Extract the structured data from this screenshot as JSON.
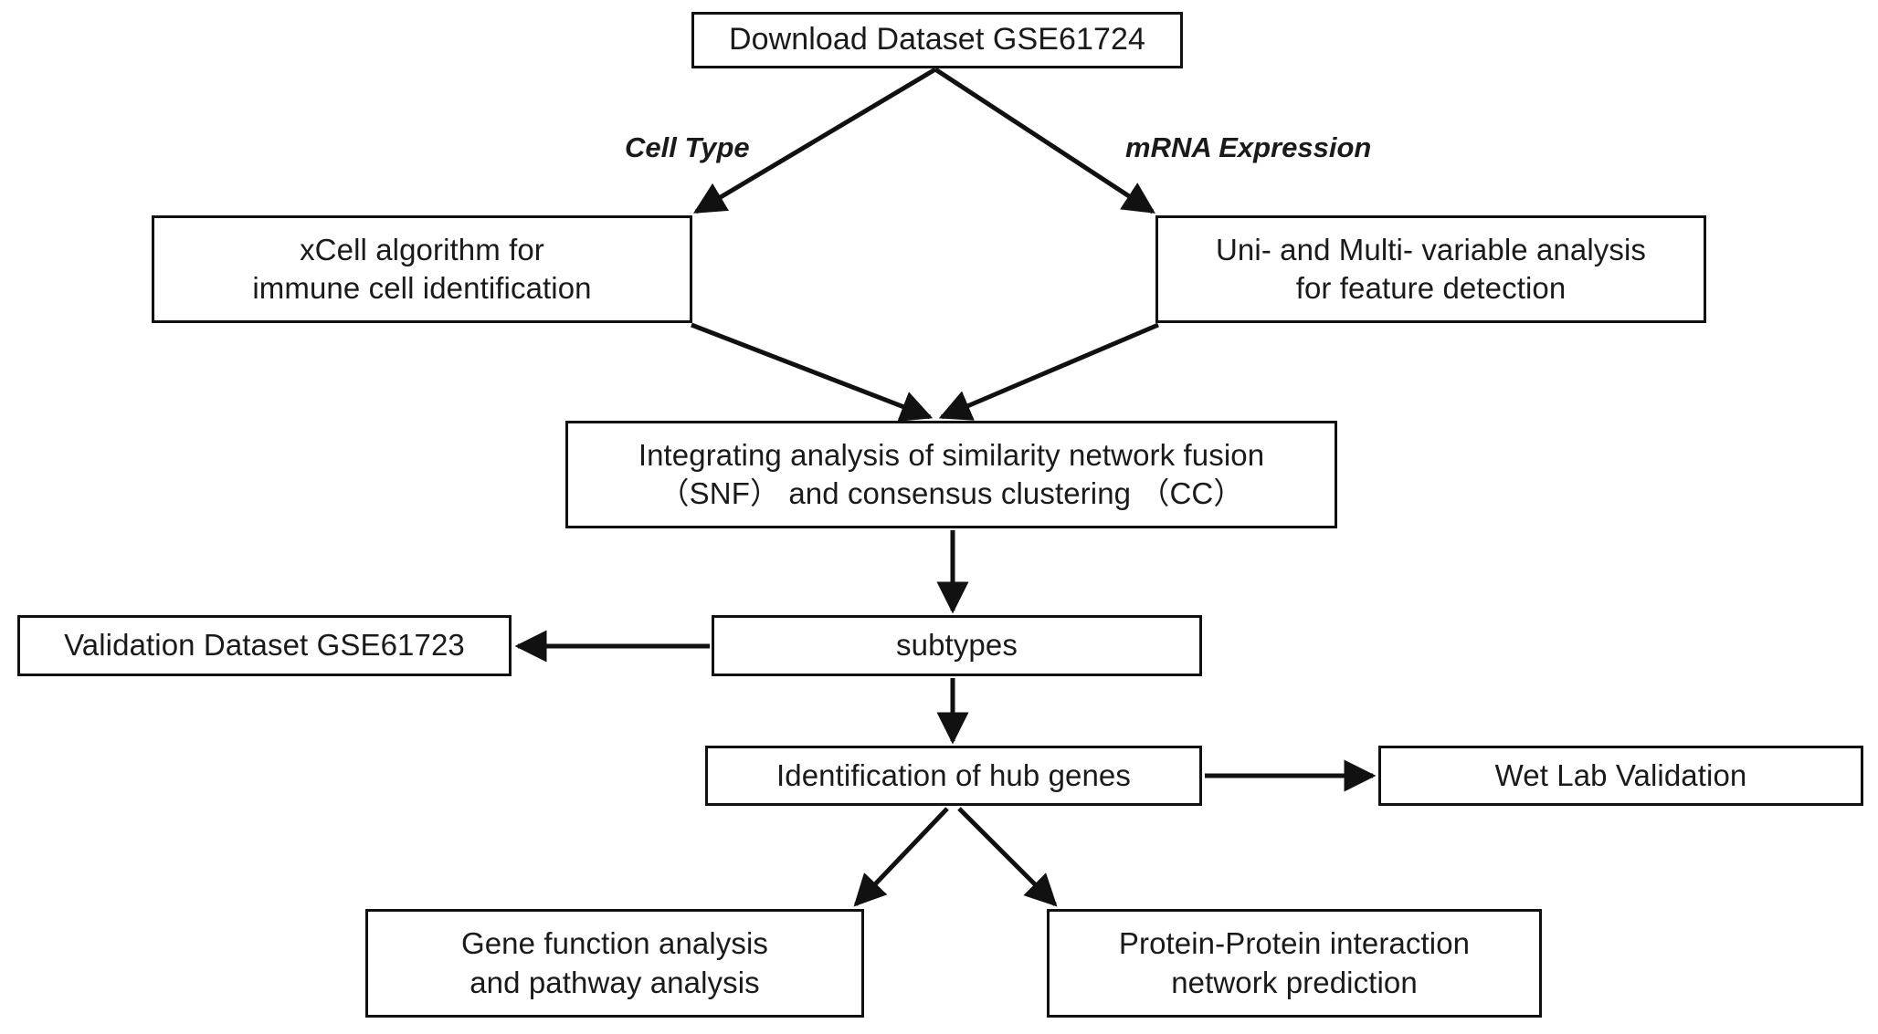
{
  "diagram": {
    "title": "Study workflow flowchart",
    "colors": {
      "background": "#ffffff",
      "stroke": "#111111",
      "text": "#1a1a1a"
    },
    "nodes": [
      {
        "id": "download",
        "label": "Download Dataset GSE61724"
      },
      {
        "id": "xcell",
        "label": "xCell algorithm for\nimmune cell identification"
      },
      {
        "id": "unimulti",
        "label": "Uni- and Multi- variable analysis\nfor feature detection"
      },
      {
        "id": "integrate",
        "label": "Integrating analysis of similarity network fusion\n（SNF） and consensus clustering （CC）"
      },
      {
        "id": "validation",
        "label": "Validation Dataset GSE61723"
      },
      {
        "id": "subtypes",
        "label": "subtypes"
      },
      {
        "id": "hubgenes",
        "label": "Identification of hub genes"
      },
      {
        "id": "wetlab",
        "label": "Wet Lab Validation"
      },
      {
        "id": "genefunc",
        "label": "Gene function analysis\nand pathway analysis"
      },
      {
        "id": "ppi",
        "label": "Protein-Protein interaction\nnetwork prediction"
      }
    ],
    "edge_labels": [
      {
        "id": "celltype",
        "label": "Cell Type"
      },
      {
        "id": "mrna",
        "label": "mRNA Expression"
      }
    ],
    "edges": [
      {
        "from": "download",
        "to": "xcell",
        "label": "Cell Type"
      },
      {
        "from": "download",
        "to": "unimulti",
        "label": "mRNA Expression"
      },
      {
        "from": "xcell",
        "to": "integrate",
        "label": ""
      },
      {
        "from": "unimulti",
        "to": "integrate",
        "label": ""
      },
      {
        "from": "integrate",
        "to": "subtypes",
        "label": ""
      },
      {
        "from": "subtypes",
        "to": "validation",
        "label": ""
      },
      {
        "from": "subtypes",
        "to": "hubgenes",
        "label": ""
      },
      {
        "from": "hubgenes",
        "to": "wetlab",
        "label": ""
      },
      {
        "from": "hubgenes",
        "to": "genefunc",
        "label": ""
      },
      {
        "from": "hubgenes",
        "to": "ppi",
        "label": ""
      }
    ]
  }
}
